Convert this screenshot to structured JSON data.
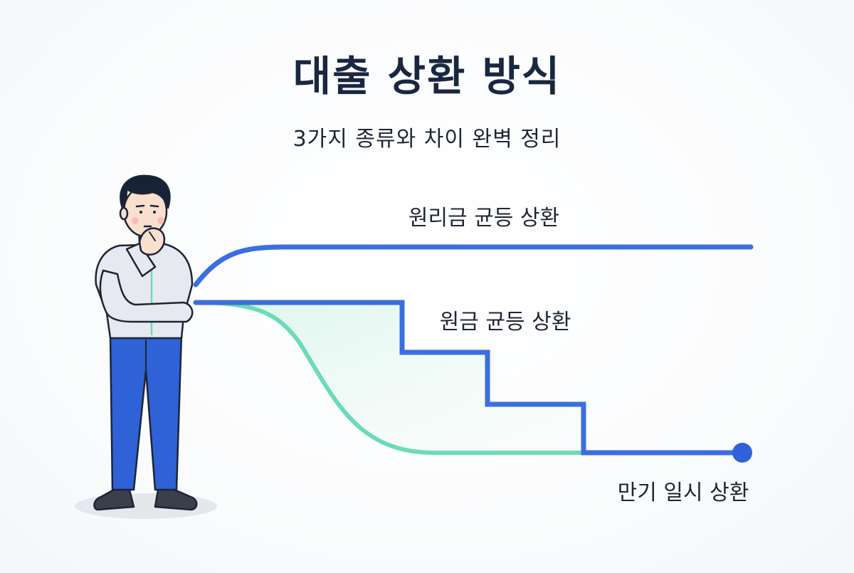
{
  "header": {
    "title": "대출 상환 방식",
    "subtitle": "3가지 종류와 차이 완벽 정리"
  },
  "paths": [
    {
      "label": "원리금 균등 상환",
      "color": "#3b6ee0"
    },
    {
      "label": "원금 균등 상환",
      "color": "#3b6ee0"
    },
    {
      "label": "만기 일시 상환",
      "color": "#6cdcb2"
    }
  ],
  "colors": {
    "primary_blue": "#3b6ee0",
    "mint": "#6cdcb2",
    "navy": "#1a2740",
    "endpoint_dot": "#2f62d8"
  },
  "figure": {
    "icon": "thinking-person-icon"
  }
}
